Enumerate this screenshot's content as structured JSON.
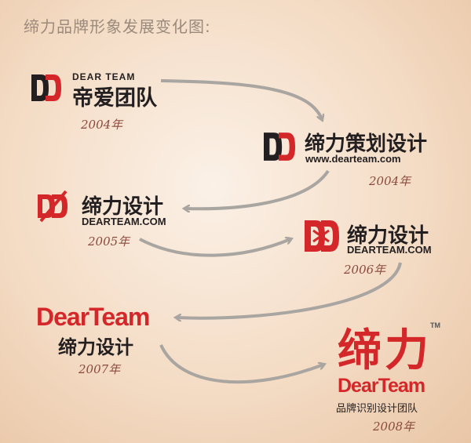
{
  "title": "缔力品牌形象发展变化图:",
  "logos": [
    {
      "brand_en": "DEAR TEAM",
      "brand_cn": "帝爱团队",
      "year": "2004年"
    },
    {
      "brand_cn": "缔力策划设计",
      "web": "www.dearteam.com",
      "year": "2004年"
    },
    {
      "brand_cn": "缔力设计",
      "web": "DEARTEAM.COM",
      "year": "2005年"
    },
    {
      "brand_cn": "缔力设计",
      "web": "DEARTEAM.COM",
      "year": "2006年"
    },
    {
      "brand_en": "DearTeam",
      "brand_cn": "缔力设计",
      "year": "2007年"
    },
    {
      "brand_cn": "缔力",
      "brand_en": "DearTeam",
      "tagline": "品牌识别设计团队",
      "tm": "TM",
      "year": "2008年"
    }
  ],
  "colors": {
    "accent_red": "#d4272a",
    "dark": "#231f20",
    "arrow": "#a9a5a1",
    "year": "#8b4a3e"
  }
}
